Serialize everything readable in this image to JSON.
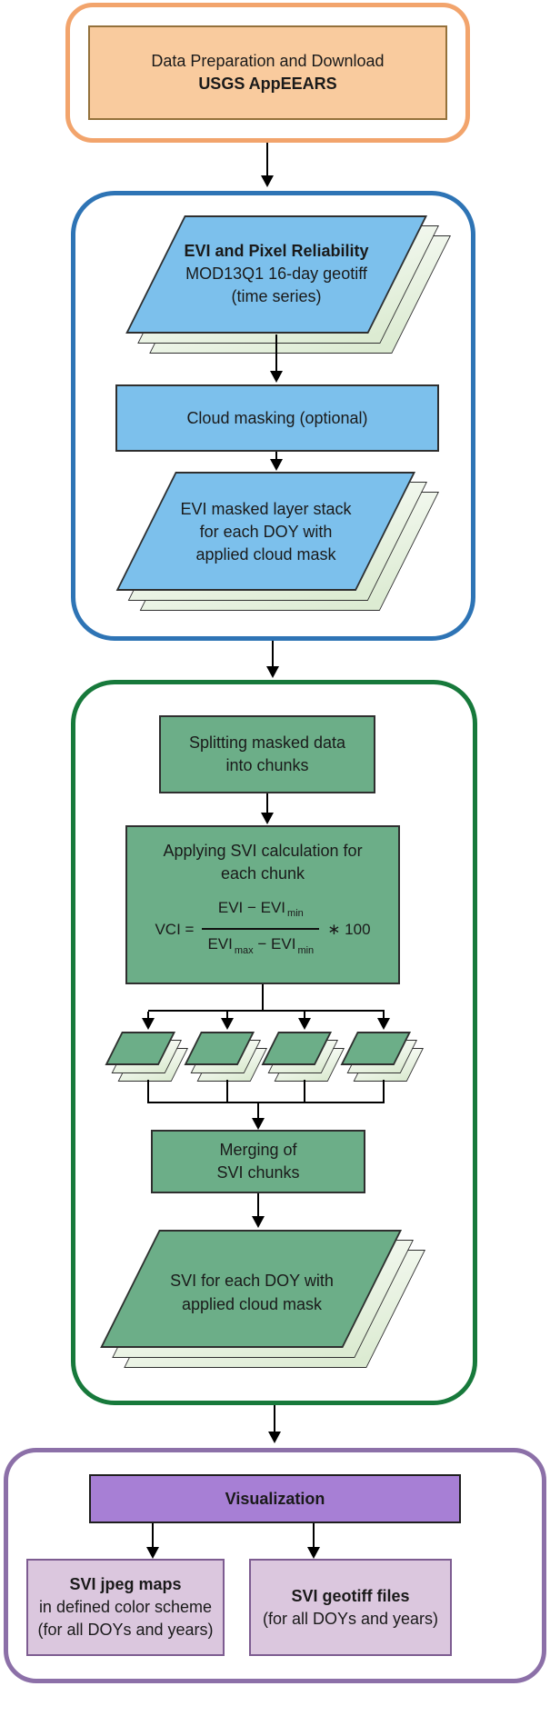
{
  "colors": {
    "orange_border": "#F2A46C",
    "orange_fill": "#F9CB9E",
    "orange_stroke": "#94713B",
    "blue_border": "#2E74B5",
    "blue_fill": "#7CC0EC",
    "sheet_light_start": "#FFFFFF",
    "sheet_light_end": "#DCEBD2",
    "green_border": "#17793B",
    "green_fill": "#6CAE88",
    "purple_border": "#8C70A8",
    "purple_fill": "#A77FD5",
    "lavender_fill": "#DBC7DE",
    "lavender_border": "#7D5C91",
    "shape_stroke": "#2F2F2F",
    "arrow_color": "#000000"
  },
  "prep": {
    "title": "Data Preparation and Download",
    "subtitle": "USGS AppEEARS"
  },
  "blue_stage": {
    "evi_stack": {
      "line1": "EVI and Pixel Reliability",
      "line2": "MOD13Q1 16-day geotiff",
      "line3": "(time series)"
    },
    "cloud_masking": {
      "label": "Cloud masking (optional)"
    },
    "masked_stack": {
      "line1": "EVI masked layer stack",
      "line2": "for each DOY with",
      "line3": "applied cloud mask"
    }
  },
  "green_stage": {
    "splitting": {
      "line1": "Splitting masked data",
      "line2": "into chunks"
    },
    "svi_calc": {
      "line1": "Applying SVI calculation for",
      "line2": "each chunk",
      "formula": {
        "lhs": "VCI =",
        "num_main": "EVI − EVI",
        "num_sub": "min",
        "den_a": "EVI",
        "den_a_sub": "max",
        "den_b": "− EVI",
        "den_b_sub": "min",
        "factor": "∗ 100"
      }
    },
    "merging": {
      "line1": "Merging of",
      "line2": "SVI chunks"
    },
    "svi_stack": {
      "line1": "SVI for each DOY with",
      "line2": "applied cloud mask"
    }
  },
  "purple_stage": {
    "visualization": {
      "label": "Visualization"
    },
    "jpeg_maps": {
      "line1": "SVI jpeg maps",
      "line2": "in defined color scheme",
      "line3": "(for all DOYs and years)"
    },
    "geotiff_files": {
      "line1": "SVI geotiff files",
      "line2": "(for all DOYs and years)"
    }
  }
}
